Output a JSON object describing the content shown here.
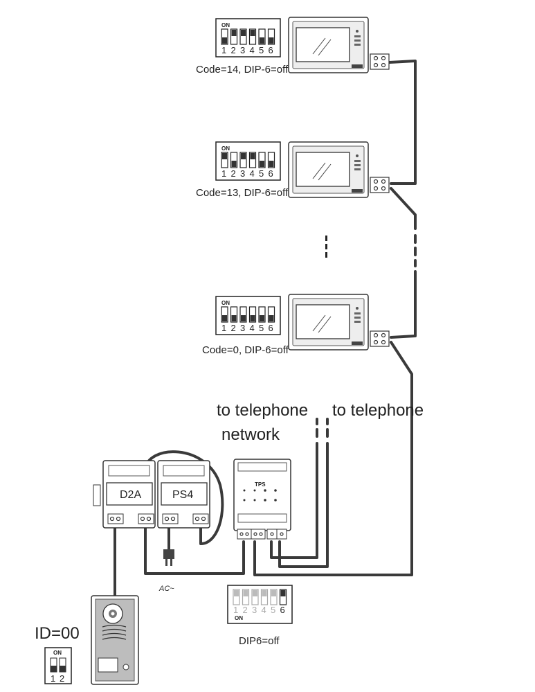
{
  "monitors": [
    {
      "code_label": "Code=14, DIP-6=off",
      "dip_on_label": "ON",
      "dip_numbers": [
        "1",
        "2",
        "3",
        "4",
        "5",
        "6"
      ],
      "dip_on": [
        false,
        true,
        true,
        true,
        false,
        false
      ]
    },
    {
      "code_label": "Code=13, DIP-6=off",
      "dip_on_label": "ON",
      "dip_numbers": [
        "1",
        "2",
        "3",
        "4",
        "5",
        "6"
      ],
      "dip_on": [
        true,
        false,
        true,
        true,
        false,
        false
      ]
    },
    {
      "code_label": "Code=0, DIP-6=off",
      "dip_on_label": "ON",
      "dip_numbers": [
        "1",
        "2",
        "3",
        "4",
        "5",
        "6"
      ],
      "dip_on": [
        false,
        false,
        false,
        false,
        false,
        false
      ]
    }
  ],
  "telephone_label_left_1": "to telephone",
  "telephone_label_left_2": "network",
  "telephone_label_right": "to telephone",
  "d2a_label": "D2A",
  "ps4_label": "PS4",
  "tps_label": "TPS",
  "ac_label": "AC~",
  "tps_dip": {
    "on_label": "ON",
    "numbers": [
      "1",
      "2",
      "3",
      "4",
      "5",
      "6"
    ],
    "caption": "DIP6=off"
  },
  "door_station": {
    "id_label": "ID=00",
    "dip_on_label": "ON",
    "dip_numbers": [
      "1",
      "2"
    ]
  }
}
